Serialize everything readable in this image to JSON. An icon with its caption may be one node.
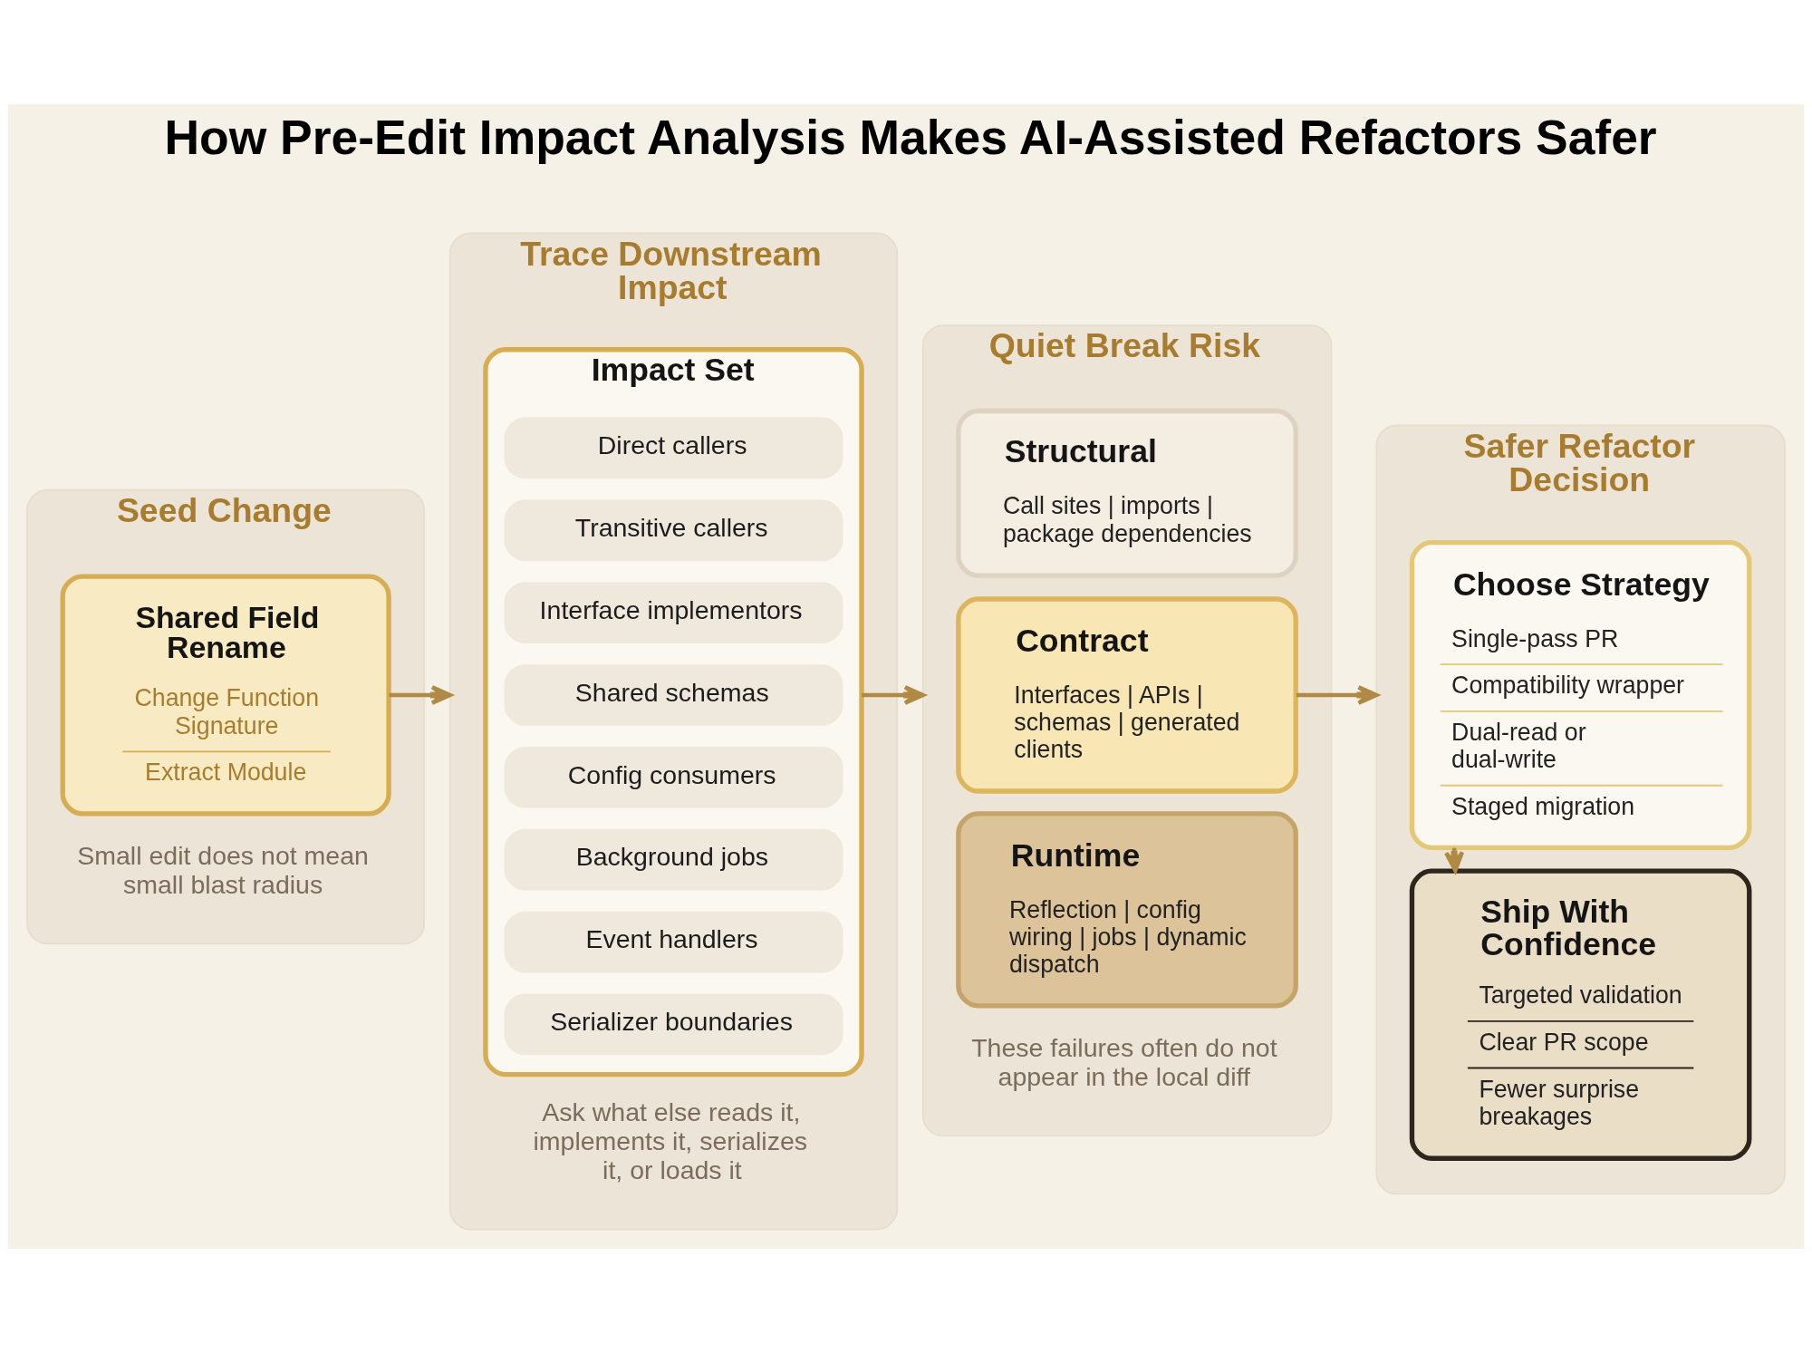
{
  "diagram": {
    "title": "How Pre-Edit Impact Analysis Makes AI-Assisted Refactors Safer",
    "nodes": [
      {
        "text": [
          "Seed Change"
        ]
      },
      {
        "text": [
          "Shared Field Rename",
          "Change Function Signature",
          "Extract Module"
        ],
        "in": 0,
        "beside": [
          "Small edit does not mean small blast radius"
        ]
      },
      {
        "text": [
          "Trace Downstream Impact"
        ]
      },
      {
        "text": [
          "Impact Set"
        ],
        "in": 2,
        "beside": [
          "Ask what else reads it, implements it, serializes it, or loads it"
        ]
      },
      {
        "text": [
          "Direct callers"
        ],
        "in": 3
      },
      {
        "text": [
          "Transitive callers"
        ],
        "in": 3
      },
      {
        "text": [
          "Interface implementors"
        ],
        "in": 3
      },
      {
        "text": [
          "Shared schemas"
        ],
        "in": 3
      },
      {
        "text": [
          "Config consumers"
        ],
        "in": 3
      },
      {
        "text": [
          "Background jobs"
        ],
        "in": 3
      },
      {
        "text": [
          "Event handlers"
        ],
        "in": 3
      },
      {
        "text": [
          "Serializer boundaries"
        ],
        "in": 3
      },
      {
        "text": [
          "Quiet Break Risk"
        ]
      },
      {
        "text": [
          "Structural",
          "Call sites | imports | package dependencies"
        ],
        "in": 12
      },
      {
        "text": [
          "Contract",
          "Interfaces | APIs | schemas | generated clients"
        ],
        "in": 12
      },
      {
        "text": [
          "Runtime",
          "Reflection | config wiring | jobs | dynamic dispatch"
        ],
        "in": 12,
        "beside": [
          "These failures often do not appear in the local diff"
        ]
      },
      {
        "text": [
          "Safer Refactor Decision"
        ]
      },
      {
        "text": [
          "Choose Strategy",
          "Single-pass PR",
          "Compatibility wrapper",
          "Dual-read or dual-write",
          "Staged migration"
        ],
        "in": 16
      },
      {
        "text": [
          "Ship With Confidence",
          "Targeted validation",
          "Clear PR scope",
          "Fewer surprise breakages"
        ],
        "in": 16
      }
    ],
    "edges": [
      {
        "from": 1,
        "to": 2,
        "arrow": "to"
      },
      {
        "from": 3,
        "to": 12,
        "arrow": "to"
      },
      {
        "from": 14,
        "to": 16,
        "arrow": "to"
      },
      {
        "from": 17,
        "to": 18,
        "arrow": "to"
      }
    ]
  }
}
